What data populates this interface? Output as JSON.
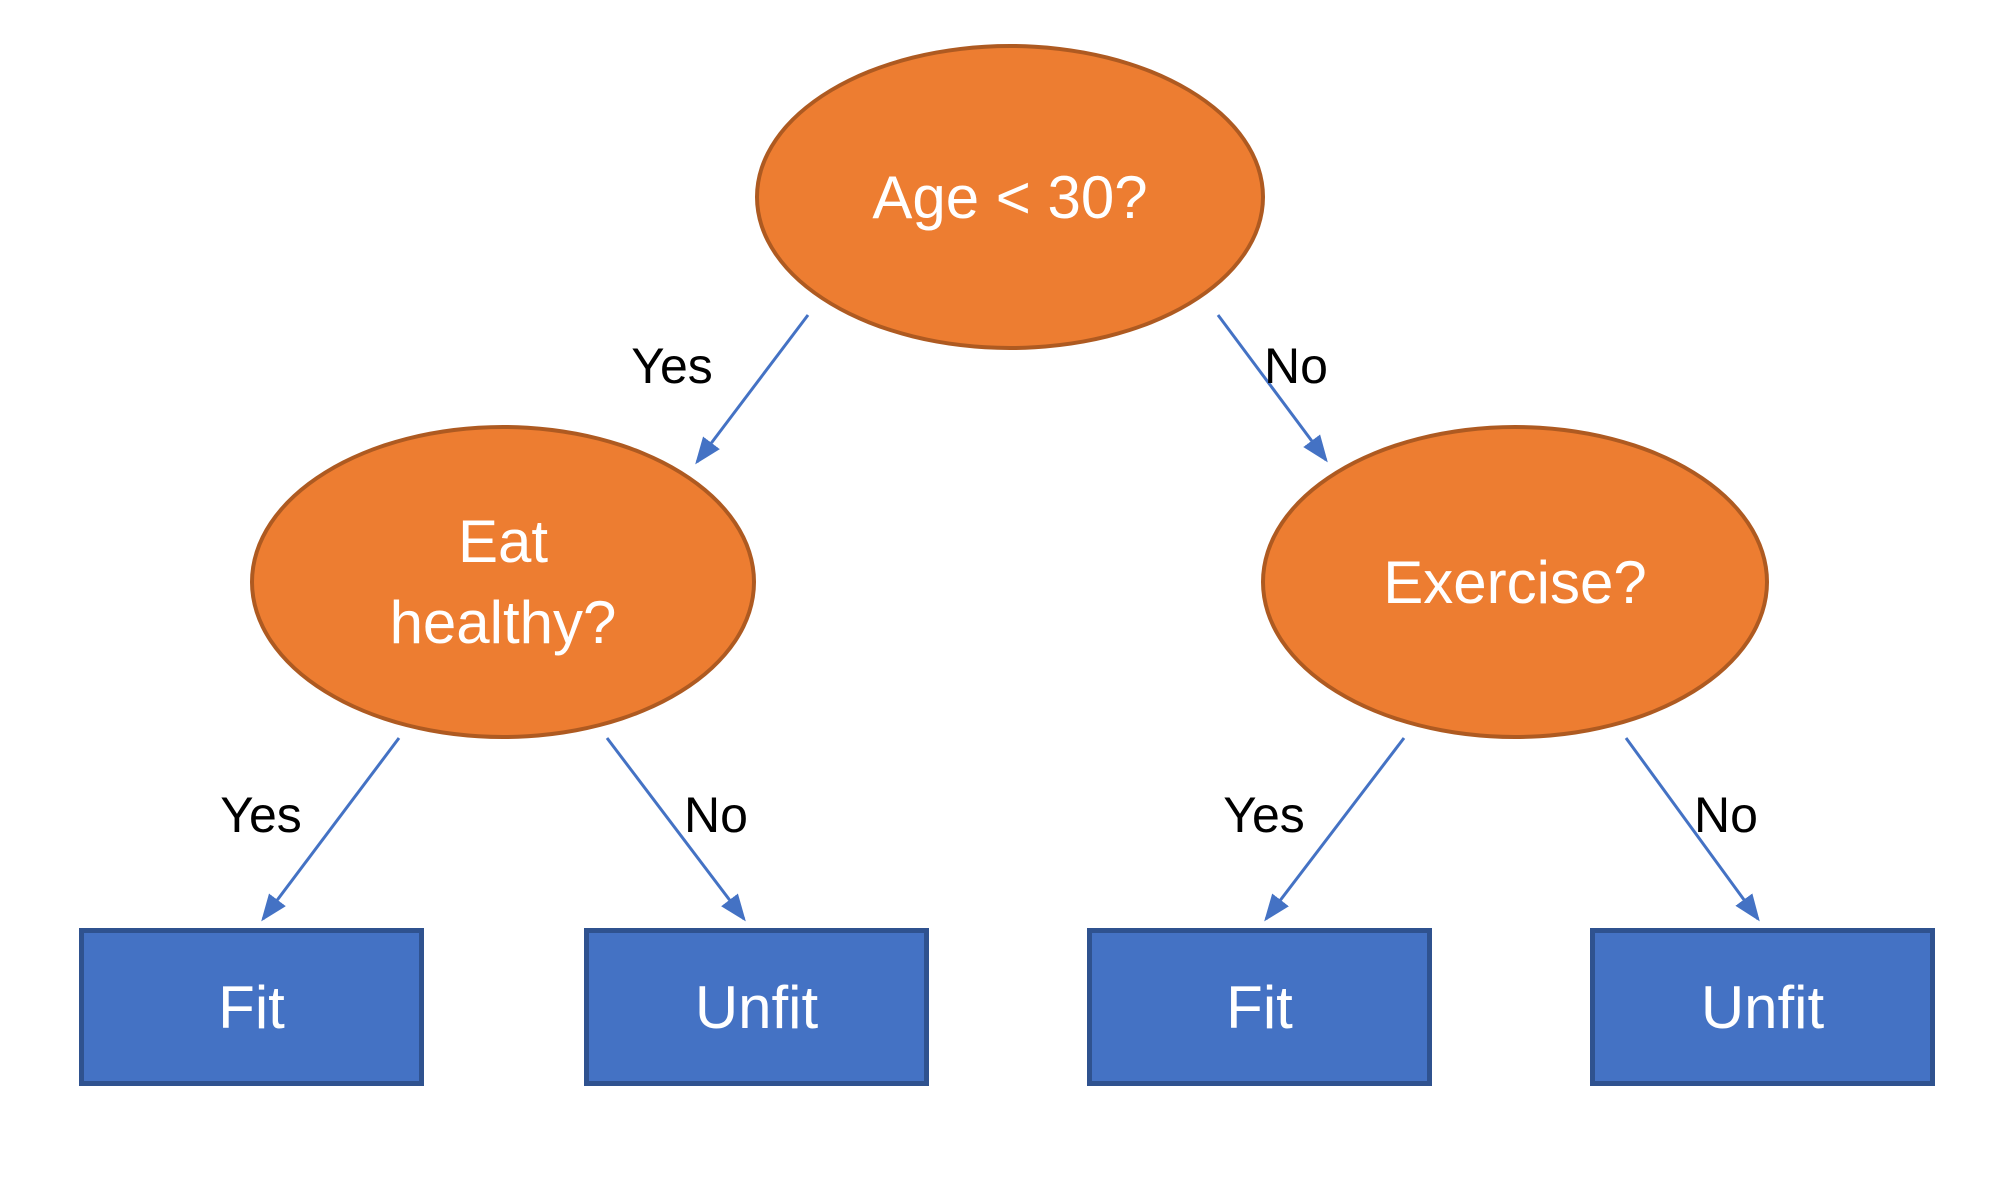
{
  "colors": {
    "node_fill": "#ED7D31",
    "node_border": "#AE5A21",
    "leaf_fill": "#4472C4",
    "leaf_border": "#2F528F",
    "arrow": "#4472C4",
    "node_text": "#FFFFFF",
    "label_text": "#000000",
    "background": "#FFFFFF"
  },
  "tree": {
    "root": {
      "label": "Age < 30?"
    },
    "left_child": {
      "label": "Eat healthy?"
    },
    "right_child": {
      "label": "Exercise?"
    },
    "leaves": {
      "left_yes": {
        "label": "Fit"
      },
      "left_no": {
        "label": "Unfit"
      },
      "right_yes": {
        "label": "Fit"
      },
      "right_no": {
        "label": "Unfit"
      }
    },
    "edges": {
      "root_yes": {
        "label": "Yes"
      },
      "root_no": {
        "label": "No"
      },
      "eat_yes": {
        "label": "Yes"
      },
      "eat_no": {
        "label": "No"
      },
      "exercise_yes": {
        "label": "Yes"
      },
      "exercise_no": {
        "label": "No"
      }
    }
  }
}
